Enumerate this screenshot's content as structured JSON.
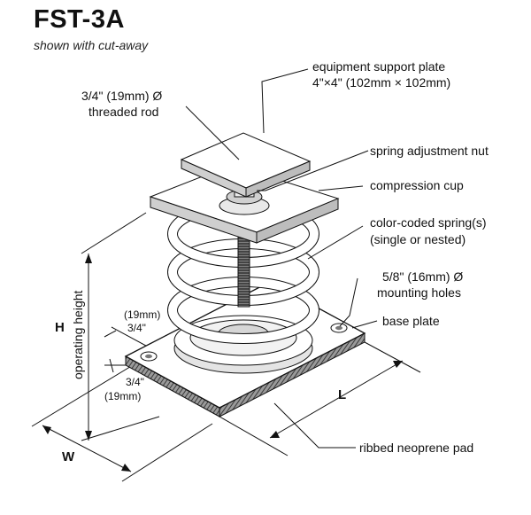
{
  "title": "FST-3A",
  "subtitle": "shown with cut-away",
  "callouts": {
    "support_plate_1": "equipment support plate",
    "support_plate_2": "4\"×4\" (102mm × 102mm)",
    "rod_1": "3/4\" (19mm) Ø",
    "rod_2": "threaded rod",
    "nut": "spring adjustment nut",
    "cup": "compression cup",
    "spring_1": "color-coded spring(s)",
    "spring_2": "(single or nested)",
    "holes_1": "5/8\" (16mm) Ø",
    "holes_2": "mounting holes",
    "base": "base plate",
    "pad": "ribbed neoprene pad"
  },
  "dimensions": {
    "height_letter": "H",
    "height_text": "operating height",
    "length_letter": "L",
    "width_letter": "W",
    "hole_offset_top_mm": "(19mm)",
    "hole_offset_top_in": "3/4\"",
    "hole_offset_bottom_in": "3/4\"",
    "hole_offset_bottom_mm": "(19mm)"
  },
  "colors": {
    "line": "#111111",
    "fill": "#ffffff",
    "shade": "#d8d8d8",
    "dark": "#555555"
  }
}
